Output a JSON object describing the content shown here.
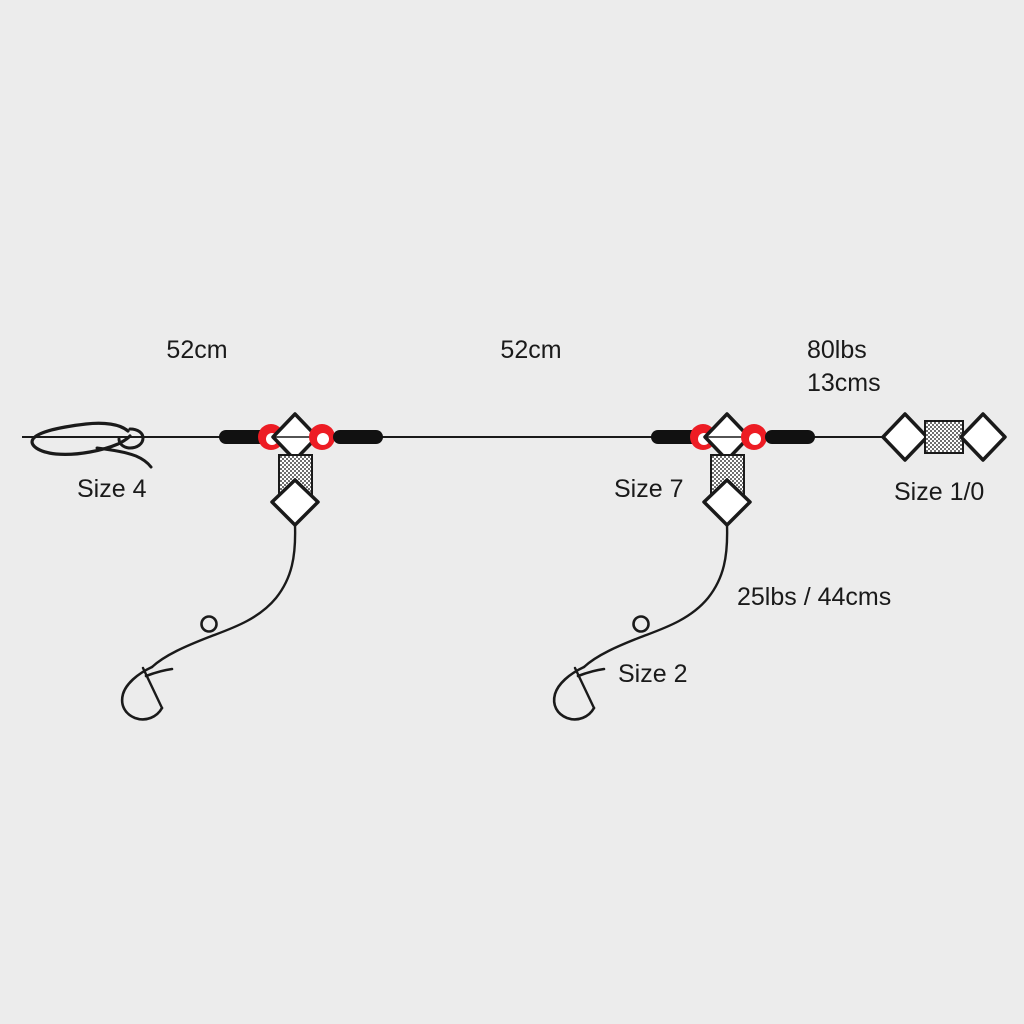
{
  "diagram": {
    "type": "fishing-rig-schematic",
    "title": "Two-hook flapper sea fishing rig",
    "background_color": "#ececec",
    "line_color": "#1a1a1a",
    "bead_color": "#ed1c24",
    "sleeve_color": "#111111",
    "swivel_fill": "#ffffff",
    "crimp_fill": "#b8b8b8"
  },
  "labels": {
    "segment_left_length": "52cm",
    "segment_right_length": "52cm",
    "mainline_spec_line1": "80lbs",
    "mainline_spec_line2": "13cms",
    "snood_spec": "25lbs / 44cms",
    "hook_left_size": "Size 4",
    "hook_mid_size": "Size 7",
    "hook_right_size": "Size 1/0",
    "hook_lower_size": "Size 2"
  },
  "components": {
    "end_loop": "loop-knot-with-tag",
    "black_sleeves": 4,
    "red_beads": 4,
    "inline_swivels": 2,
    "crimp_tubes": 2,
    "snood_swivels": 2,
    "terminal_swivel": "diamond-barrel-diamond",
    "hooks": 2
  },
  "measurements": {
    "segment_left_cm": 52,
    "segment_right_cm": 52,
    "mainline_strength_lbs": 80,
    "mainline_length_cms": 13,
    "snood_strength_lbs": 25,
    "snood_length_cms": 44
  }
}
